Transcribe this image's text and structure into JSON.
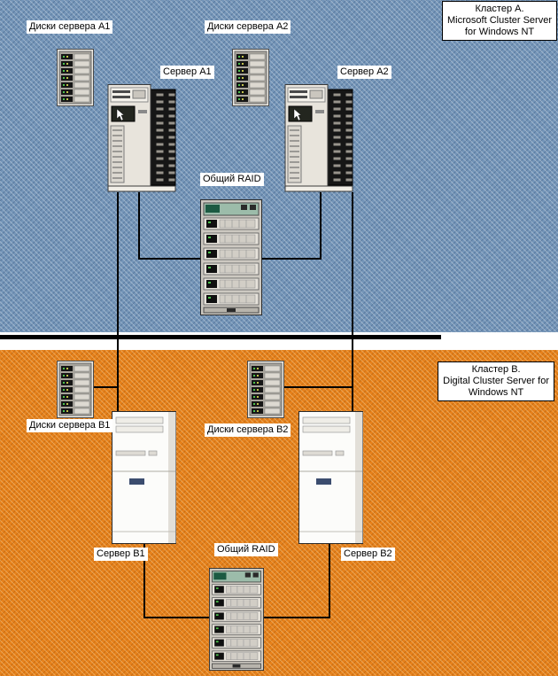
{
  "cluster_a": {
    "title_lines": [
      "Кластер A.",
      "Microsoft Cluster Server",
      "for Windows NT"
    ],
    "disks_a1_label": "Диски сервера A1",
    "disks_a2_label": "Диски сервера A2",
    "server_a1_label": "Сервер A1",
    "server_a2_label": "Сервер A2",
    "raid_label": "Общий RAID"
  },
  "cluster_b": {
    "title_lines": [
      "Кластер B.",
      "Digital Cluster Server for",
      "Windows NT"
    ],
    "disks_b1_label": "Диски сервера B1",
    "disks_b2_label": "Диски сервера B2",
    "server_b1_label": "Сервер B1",
    "server_b2_label": "Сервер B2",
    "raid_label": "Общий RAID"
  },
  "colors": {
    "cluster_a_bg": "#7495b8",
    "cluster_b_bg": "#e6811b",
    "network_bus": "#000000",
    "label_bg": "#ffffff",
    "text": "#000000"
  }
}
